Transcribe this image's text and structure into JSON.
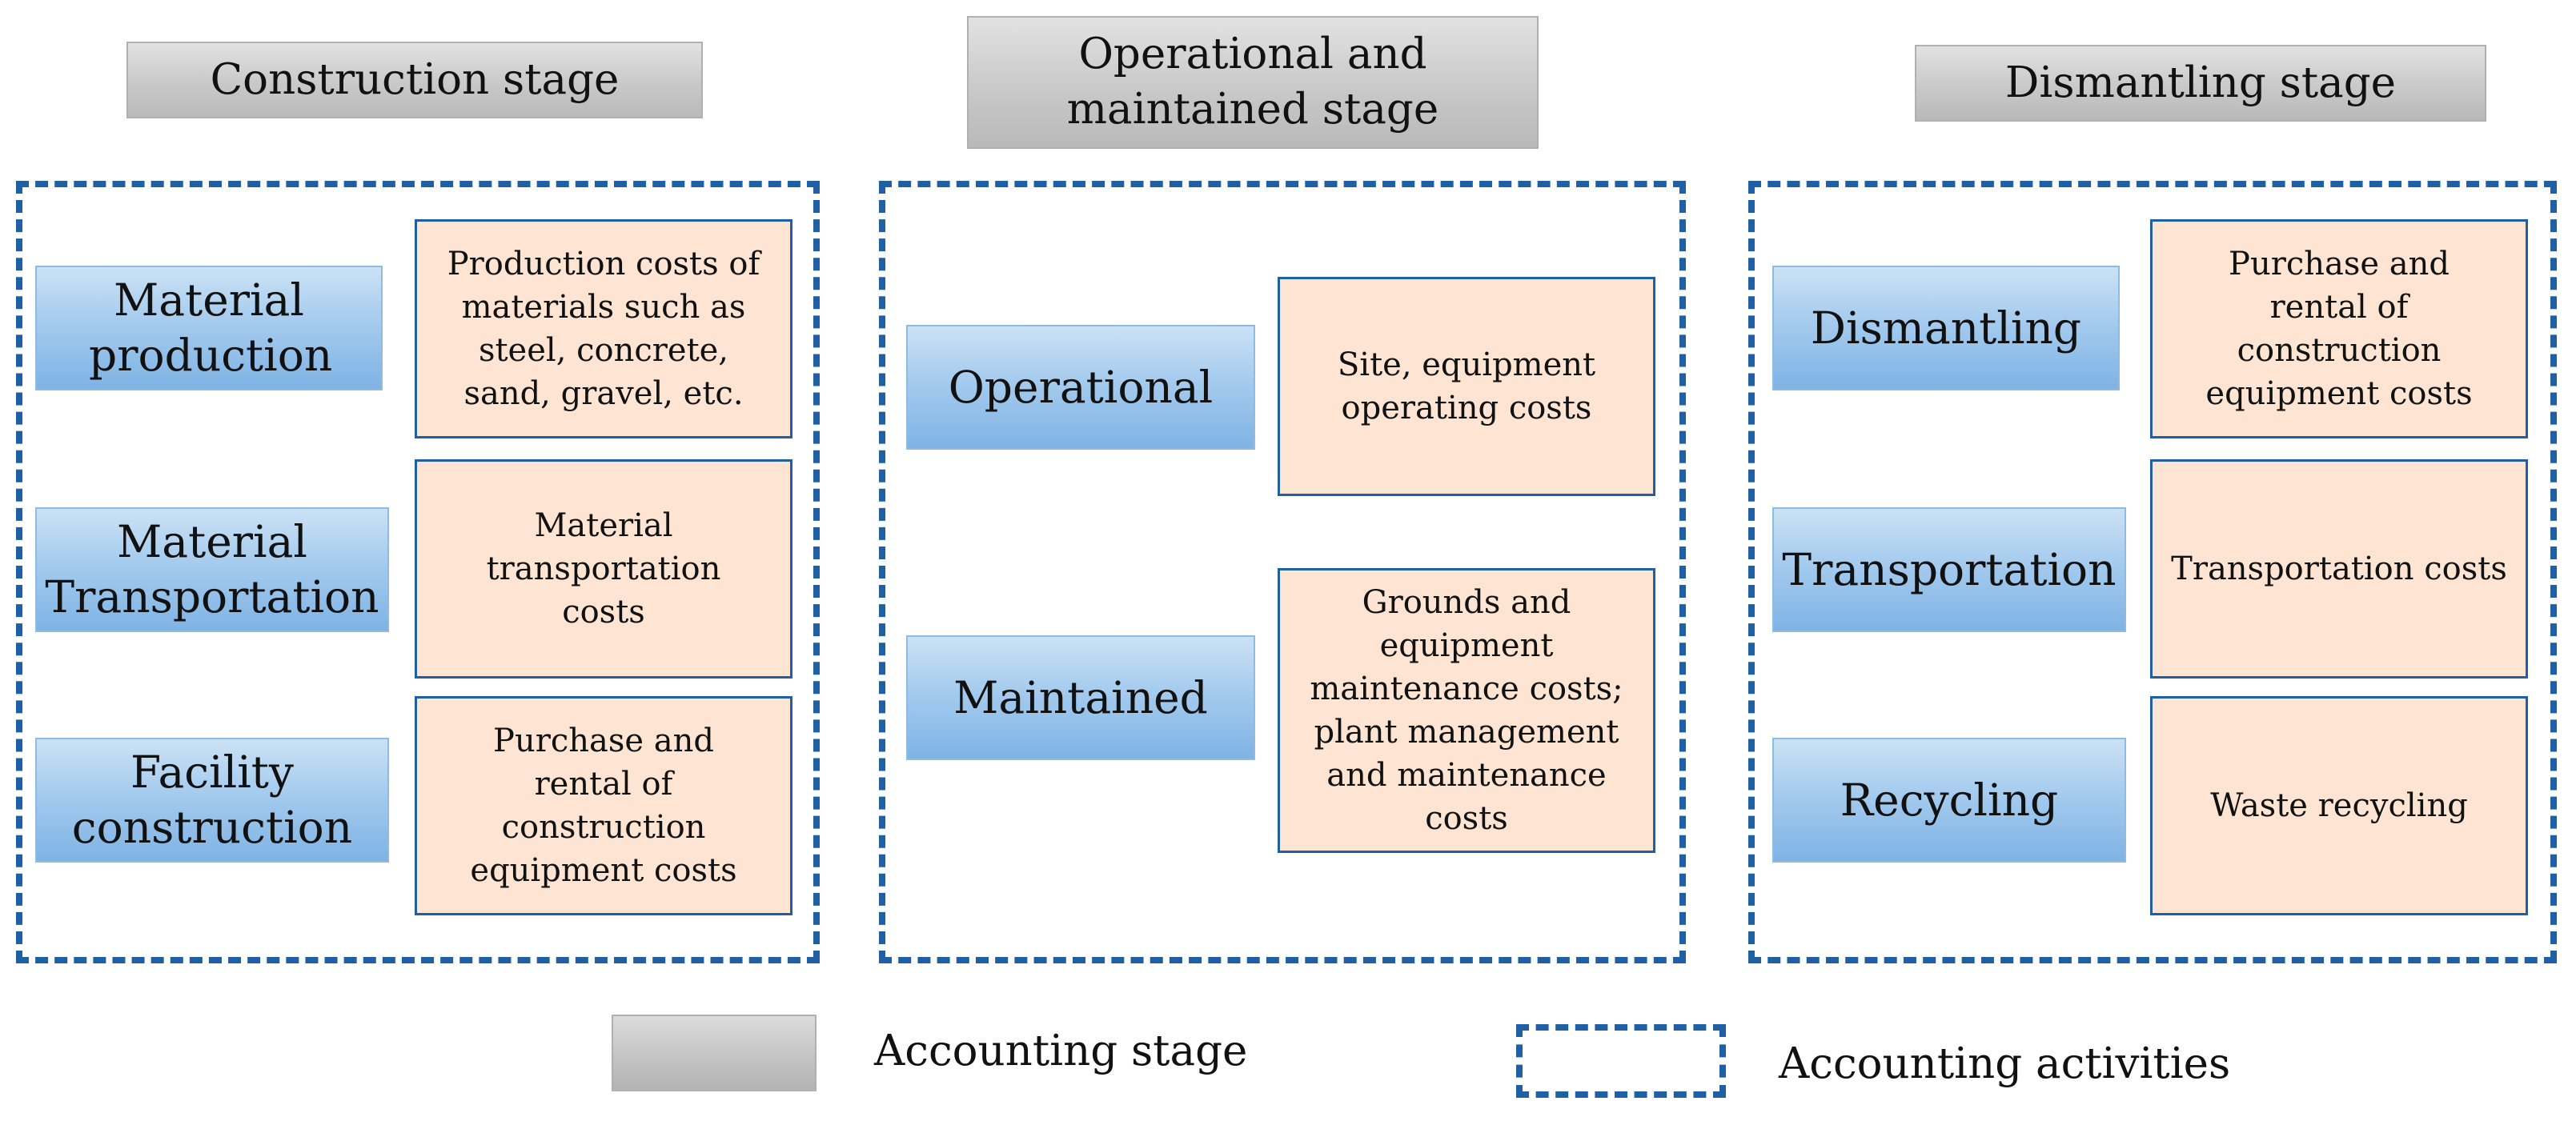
{
  "stages": [
    {
      "title": "Construction stage",
      "activities": [
        {
          "label": "Material production",
          "cost": "Production costs of materials such as steel, concrete, sand, gravel, etc."
        },
        {
          "label": "Material Transportation",
          "cost": "Material transportation costs"
        },
        {
          "label": "Facility construction",
          "cost": "Purchase and rental of construction equipment costs"
        }
      ]
    },
    {
      "title": "Operational and maintained stage",
      "activities": [
        {
          "label": "Operational",
          "cost": "Site, equipment operating costs"
        },
        {
          "label": "Maintained",
          "cost": "Grounds and equipment maintenance costs; plant management and maintenance costs"
        }
      ]
    },
    {
      "title": "Dismantling stage",
      "activities": [
        {
          "label": "Dismantling",
          "cost": "Purchase and rental of construction equipment costs"
        },
        {
          "label": "Transportation",
          "cost": "Transportation costs"
        },
        {
          "label": "Recycling",
          "cost": "Waste recycling"
        }
      ]
    }
  ],
  "legend": {
    "stage_label": "Accounting stage",
    "activity_label": "Accounting activities"
  },
  "colors": {
    "dash_border": "#1f5fa3",
    "activity_fill": "#a5cbee",
    "cost_fill": "#fde4d3",
    "stage_fill": "#c9c9c9"
  }
}
